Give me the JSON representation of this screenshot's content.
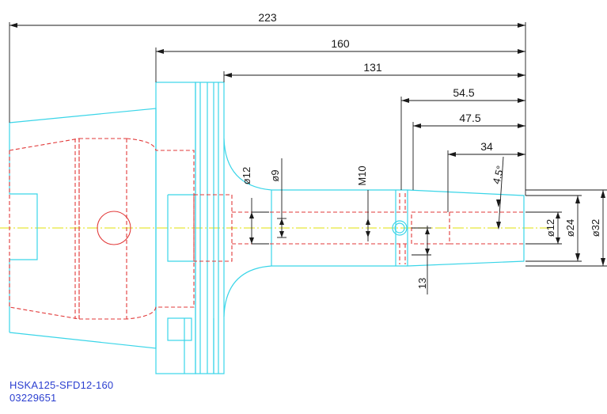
{
  "drawing": {
    "part_number": "HSKA125-SFD12-160",
    "article_number": "03229651"
  },
  "dimensions": {
    "total_length": "223",
    "gauge_length": "160",
    "body_length": "131",
    "dim_54_5": "54.5",
    "dim_47_5": "47.5",
    "dim_34": "34",
    "taper_angle": "4.5°",
    "bore_dia": "ø12",
    "inner_dia": "ø9",
    "thread": "M10",
    "screw_offset": "13",
    "nose_bore": "ø12",
    "nose_dia": "ø24",
    "collar_dia": "ø32"
  },
  "colors": {
    "outline": "#3ad5e8",
    "hidden": "#e23a3a",
    "dimension": "#1a1a1a",
    "centerline": "#e8e83a",
    "label": "#2b3fd0"
  }
}
